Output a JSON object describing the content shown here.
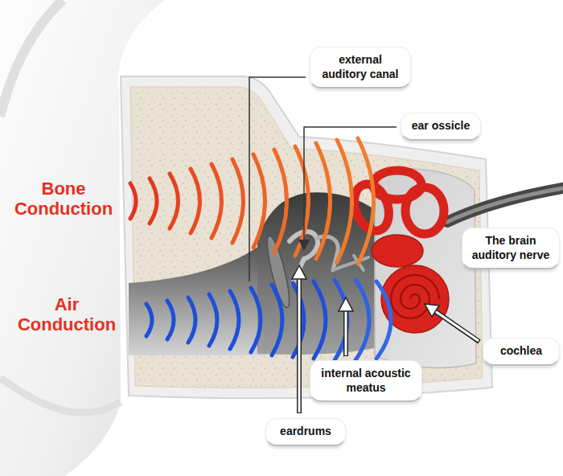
{
  "diagram": {
    "nodes": [
      {
        "text": [
          "external auditory canal"
        ]
      },
      {
        "text": [
          "ear ossicle"
        ]
      },
      {
        "text": [
          "The brain auditory nerve"
        ]
      },
      {
        "text": [
          "cochlea"
        ]
      },
      {
        "text": [
          "internal acoustic meatus"
        ]
      },
      {
        "text": [
          "eardrums"
        ]
      }
    ],
    "labels": [
      "Bone Conduction",
      "Air Conduction"
    ]
  }
}
